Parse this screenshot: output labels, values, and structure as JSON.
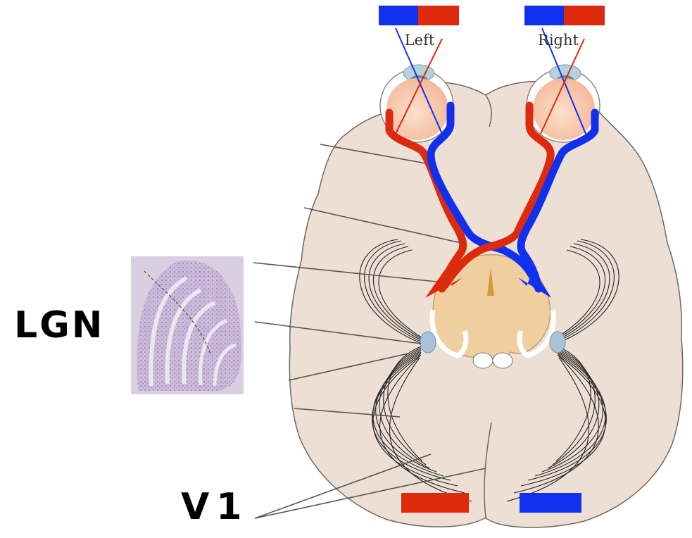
{
  "labels": {
    "lgn": "LGN",
    "v1": "V1",
    "left_eye": "Left",
    "right_eye": "Right"
  },
  "colors": {
    "red_pathway": "#dd2a0d",
    "blue_pathway": "#1130ee",
    "brain_fill": "#eddfd3",
    "brain_outline": "#6f6760",
    "midbrain_fill": "#efcfa0",
    "lgn_nucleus": "#a9c4d9",
    "micrograph_fill": "#c7b8d6"
  },
  "icons": {
    "lgn_micrograph": "lgn-histology-image"
  }
}
